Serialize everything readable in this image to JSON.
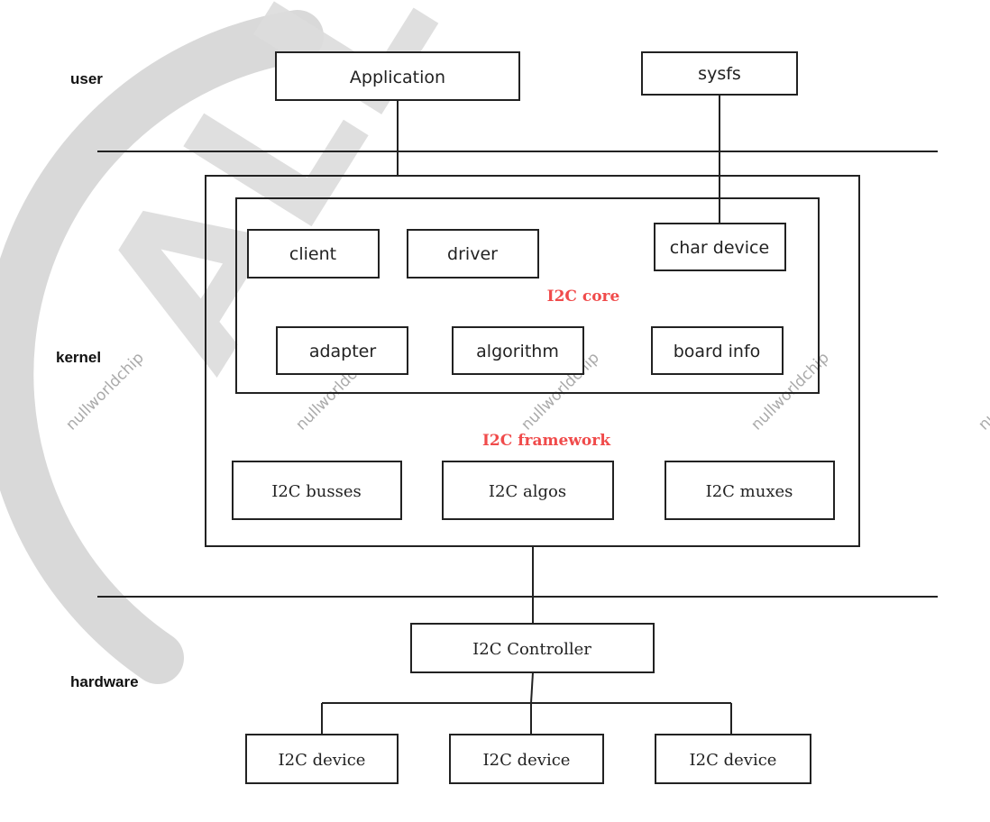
{
  "watermark": {
    "big": "ALLWI",
    "small": "nullworldchip",
    "logo_color": "#d9d9d9"
  },
  "layers": {
    "user": "user",
    "kernel": "kernel",
    "hardware": "hardware"
  },
  "user_space": {
    "application": "Application",
    "sysfs": "sysfs"
  },
  "i2c_core": {
    "title": "I2C core",
    "client": "client",
    "driver": "driver",
    "char_device": "char device",
    "adapter": "adapter",
    "algorithm": "algorithm",
    "board_info": "board info"
  },
  "i2c_framework": {
    "title": "I2C framework",
    "busses": "I2C busses",
    "algos": "I2C algos",
    "muxes": "I2C muxes"
  },
  "hardware": {
    "controller": "I2C Controller",
    "devices": [
      "I2C device",
      "I2C device",
      "I2C device"
    ]
  },
  "colors": {
    "accent_red": "#f04b4b",
    "line": "#222222"
  }
}
